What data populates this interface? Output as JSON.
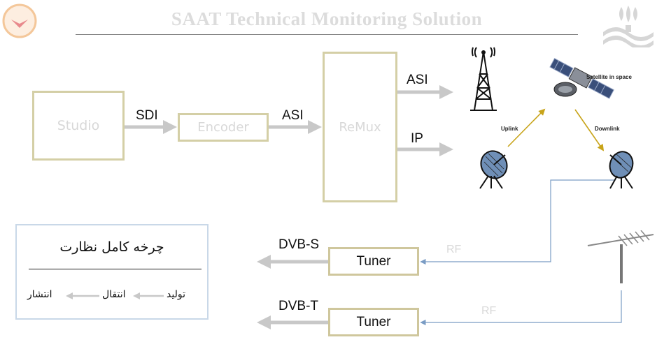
{
  "header": {
    "title": "SAAT Technical Monitoring Solution"
  },
  "blocks": {
    "studio": "Studio",
    "encoder": "Encoder",
    "remux": "ReMux",
    "tuner_s": "Tuner",
    "tuner_t": "Tuner"
  },
  "links": {
    "sdi": "SDI",
    "asi_1": "ASI",
    "asi_2": "ASI",
    "ip": "IP",
    "dvbs": "DVB-S",
    "dvbt": "DVB-T",
    "rf_1": "RF",
    "rf_2": "RF"
  },
  "satellite": {
    "label": "Satellite in space",
    "uplink": "Uplink",
    "downlink": "Downlink"
  },
  "legend": {
    "title": "چرخه کامل نظارت",
    "step_1": "تولید",
    "step_2": "انتقال",
    "step_3": "انتشار"
  },
  "colors": {
    "box_border": "#d4cfa6",
    "arrow": "#c8c8c8",
    "rf_line": "#7a9cc4",
    "sat_arrow": "#c8a41a"
  }
}
